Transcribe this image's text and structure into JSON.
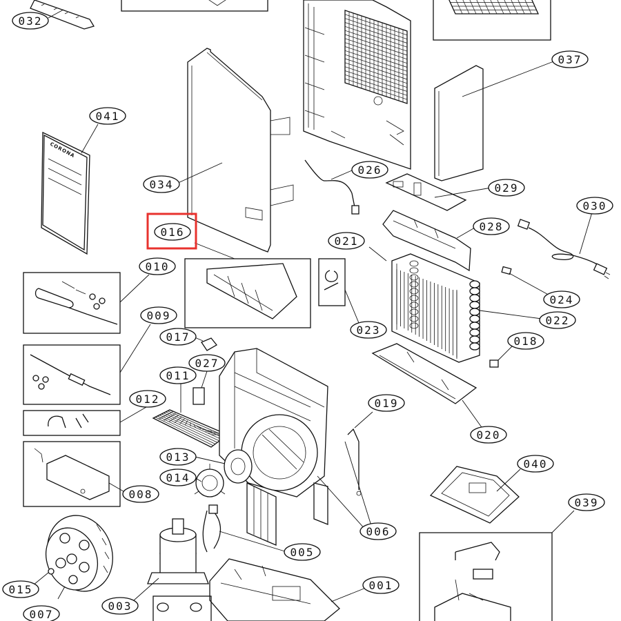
{
  "diagram": {
    "brand_label": "CORONA",
    "highlight_color": "#e8322e",
    "highlighted_part": "016",
    "callouts": {
      "c001": "001",
      "c003": "003",
      "c005": "005",
      "c006": "006",
      "c007": "007",
      "c008": "008",
      "c009": "009",
      "c010": "010",
      "c011": "011",
      "c012": "012",
      "c013": "013",
      "c014": "014",
      "c015": "015",
      "c016": "016",
      "c017": "017",
      "c018": "018",
      "c019": "019",
      "c020": "020",
      "c021": "021",
      "c022": "022",
      "c023": "023",
      "c024": "024",
      "c026": "026",
      "c027": "027",
      "c028": "028",
      "c029": "029",
      "c030": "030",
      "c032": "032",
      "c034": "034",
      "c037": "037",
      "c039": "039",
      "c040": "040",
      "c041": "041"
    }
  }
}
